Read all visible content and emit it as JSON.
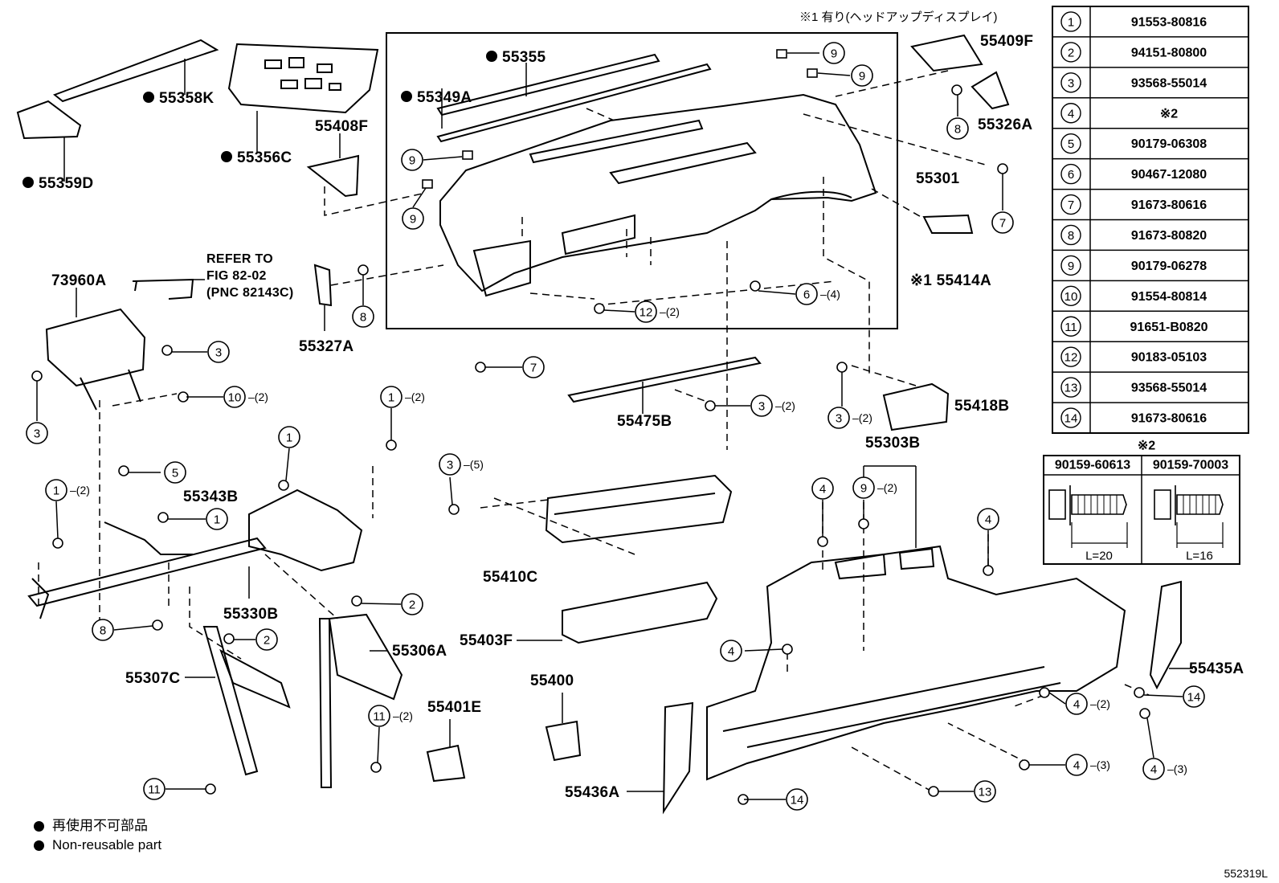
{
  "note_top": "※1 有り(ヘッドアップディスプレイ)",
  "parts": {
    "p55355": "55355",
    "p55349A": "55349A",
    "p55358K": "55358K",
    "p55356C": "55356C",
    "p55359D": "55359D",
    "p55408F": "55408F",
    "p55409F": "55409F",
    "p55326A": "55326A",
    "p55301": "55301",
    "p55414A": "※1 55414A",
    "p73960A": "73960A",
    "p55327A": "55327A",
    "p55475B": "55475B",
    "p55418B": "55418B",
    "p55303B": "55303B",
    "p55343B": "55343B",
    "p55330B": "55330B",
    "p55306A": "55306A",
    "p55307C": "55307C",
    "p55410C": "55410C",
    "p55403F": "55403F",
    "p55400": "55400",
    "p55401E": "55401E",
    "p55435A": "55435A",
    "p55436A": "55436A"
  },
  "refer": [
    "REFER TO",
    "FIG 82-02",
    "(PNC 82143C)"
  ],
  "callouts": [
    {
      "n": "9"
    },
    {
      "n": "9"
    },
    {
      "n": "9"
    },
    {
      "n": "9"
    },
    {
      "n": "8"
    },
    {
      "n": "7"
    },
    {
      "n": "8"
    },
    {
      "n": "6",
      "q": "(4)"
    },
    {
      "n": "12",
      "q": "(2)"
    },
    {
      "n": "3"
    },
    {
      "n": "3"
    },
    {
      "n": "10",
      "q": "(2)"
    },
    {
      "n": "7"
    },
    {
      "n": "3",
      "q": "(2)"
    },
    {
      "n": "3",
      "q": "(2)"
    },
    {
      "n": "1",
      "q": "(2)"
    },
    {
      "n": "1"
    },
    {
      "n": "5"
    },
    {
      "n": "1"
    },
    {
      "n": "1",
      "q": "(2)"
    },
    {
      "n": "3",
      "q": "(5)"
    },
    {
      "n": "4"
    },
    {
      "n": "9",
      "q": "(2)"
    },
    {
      "n": "4"
    },
    {
      "n": "8"
    },
    {
      "n": "2"
    },
    {
      "n": "2"
    },
    {
      "n": "11",
      "q": "(2)"
    },
    {
      "n": "11"
    },
    {
      "n": "4"
    },
    {
      "n": "4",
      "q": "(2)"
    },
    {
      "n": "14"
    },
    {
      "n": "4",
      "q": "(3)"
    },
    {
      "n": "4",
      "q": "(3)"
    },
    {
      "n": "13"
    },
    {
      "n": "14"
    }
  ],
  "parts_table": [
    {
      "ref": "1",
      "pn": "91553-80816"
    },
    {
      "ref": "2",
      "pn": "94151-80800"
    },
    {
      "ref": "3",
      "pn": "93568-55014"
    },
    {
      "ref": "4",
      "pn": "※2"
    },
    {
      "ref": "5",
      "pn": "90179-06308"
    },
    {
      "ref": "6",
      "pn": "90467-12080"
    },
    {
      "ref": "7",
      "pn": "91673-80616"
    },
    {
      "ref": "8",
      "pn": "91673-80820"
    },
    {
      "ref": "9",
      "pn": "90179-06278"
    },
    {
      "ref": "10",
      "pn": "91554-80814"
    },
    {
      "ref": "11",
      "pn": "91651-B0820"
    },
    {
      "ref": "12",
      "pn": "90183-05103"
    },
    {
      "ref": "13",
      "pn": "93568-55014"
    },
    {
      "ref": "14",
      "pn": "91673-80616"
    }
  ],
  "bolt_table": {
    "title": "※2",
    "cols": [
      {
        "pn": "90159-60613",
        "length": "L=20"
      },
      {
        "pn": "90159-70003",
        "length": "L=16"
      }
    ]
  },
  "legend": [
    "再使用不可部品",
    "Non-reusable part"
  ],
  "figure_id": "552319L",
  "icons": {
    "non_reusable_marker": "filled-circle",
    "callout": "circled-number"
  }
}
